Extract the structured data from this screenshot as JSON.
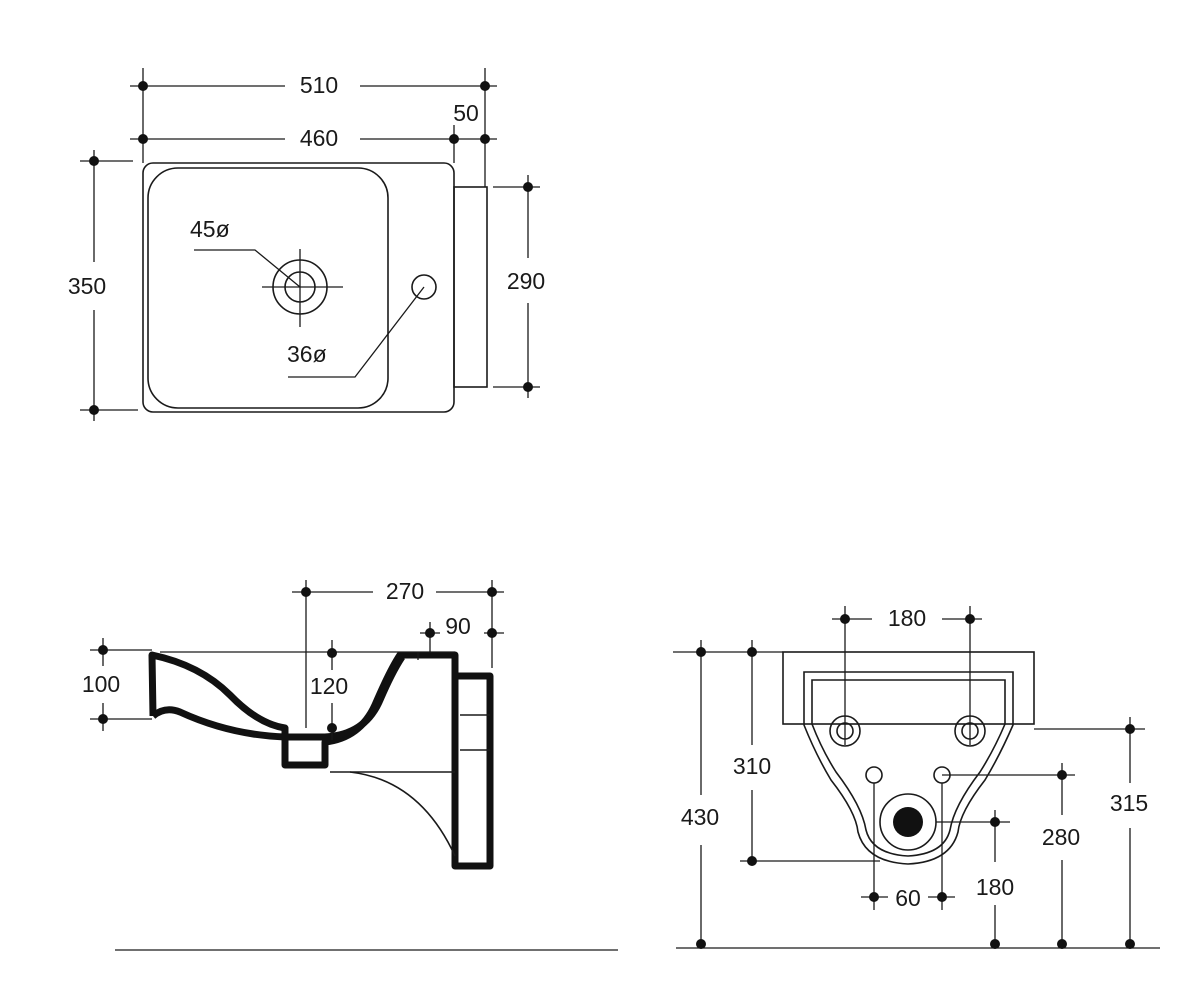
{
  "top_view": {
    "width_overall": "510",
    "width_basin": "460",
    "width_back": "50",
    "depth": "350",
    "depth_back": "290",
    "drain_diameter": "45ø",
    "tap_hole_diameter": "36ø"
  },
  "side_view": {
    "depth": "270",
    "back_offset": "90",
    "rim_height": "100",
    "drain_offset": "120"
  },
  "back_view": {
    "fixing_spacing": "180",
    "height_rim": "430",
    "height_bracket": "310",
    "height_top_fix": "315",
    "height_lower_fix": "280",
    "height_drain": "180",
    "lower_fix_spacing": "60"
  }
}
